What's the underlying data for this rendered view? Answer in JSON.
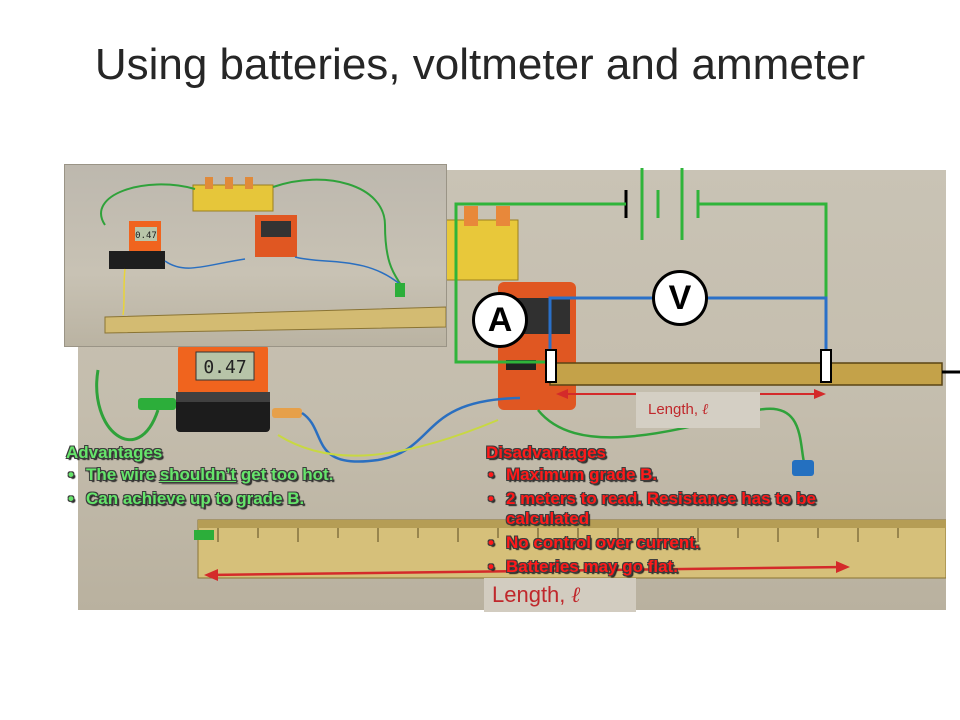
{
  "slide": {
    "title": "Using batteries, voltmeter and ammeter"
  },
  "meter_readings": {
    "main_display": "0.47",
    "inset_display": "0.47"
  },
  "circuit_labels": {
    "voltmeter": "V",
    "ammeter": "A"
  },
  "length_labels": {
    "small_text": "Length, ",
    "small_symbol": "ℓ",
    "big_text": "Length, ",
    "big_symbol": "ℓ"
  },
  "advantages": {
    "heading": "Advantages",
    "items": [
      {
        "before": "The wire ",
        "underlined": "shouldn’t",
        "after": " get too hot."
      },
      {
        "text": "Can achieve up to grade B."
      }
    ]
  },
  "disadvantages": {
    "heading": "Disadvantages",
    "items": [
      "Maximum grade B.",
      "2 meters to read. Resistance has to be calculated",
      "No control over current.",
      "Batteries may go flat."
    ]
  },
  "bullet_glyph": "•",
  "colors": {
    "advantages_text": "#66e56b",
    "disadvantages_text": "#ff1a1a",
    "length_label": "#c0282c",
    "circuit_wire_green": "#2fb43a",
    "circuit_wire_blue": "#2a70c8",
    "meter_orange": "#f0641e",
    "ruler_yellow": "#d8c27a"
  }
}
